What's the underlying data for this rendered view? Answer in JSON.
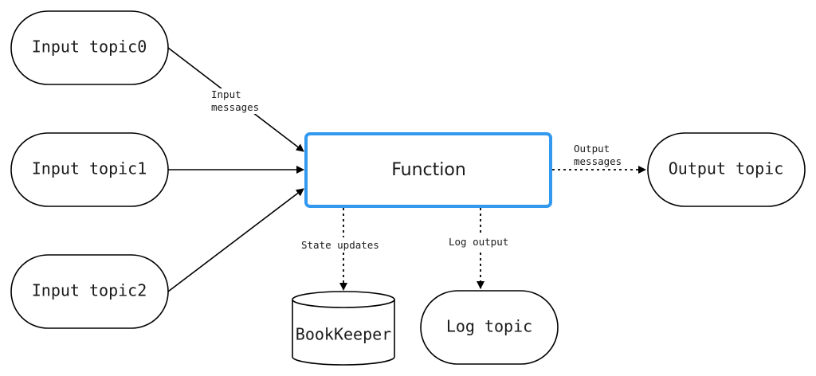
{
  "nodes": {
    "input_topic0": "Input topic0",
    "input_topic1": "Input topic1",
    "input_topic2": "Input topic2",
    "function": "Function",
    "output_topic": "Output topic",
    "bookkeeper": "BookKeeper",
    "log_topic": "Log topic"
  },
  "edges": {
    "input_messages_line1": "Input",
    "input_messages_line2": "messages",
    "output_messages_line1": "Output",
    "output_messages_line2": "messages",
    "state_updates": "State updates",
    "log_output": "Log output"
  },
  "colors": {
    "function_border": "#3399ee",
    "stroke": "#000000"
  }
}
